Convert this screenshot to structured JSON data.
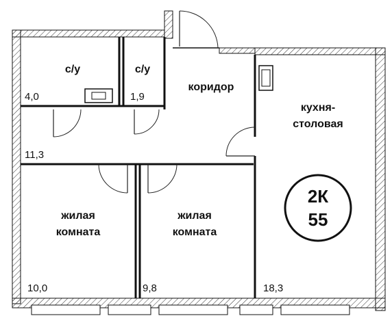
{
  "plan": {
    "rooms": [
      {
        "id": "bathroom-1",
        "label_lines": [
          "с/у"
        ],
        "area": "4,0"
      },
      {
        "id": "bathroom-2",
        "label_lines": [
          "с/у"
        ],
        "area": "1,9"
      },
      {
        "id": "corridor",
        "label_lines": [
          "коридор"
        ],
        "area": "11,3"
      },
      {
        "id": "kitchen",
        "label_lines": [
          "кухня-",
          "столовая"
        ],
        "area": "18,3"
      },
      {
        "id": "living-1",
        "label_lines": [
          "жилая",
          "комната"
        ],
        "area": "10,0"
      },
      {
        "id": "living-2",
        "label_lines": [
          "жилая",
          "комната"
        ],
        "area": "9,8"
      }
    ],
    "badge": {
      "line1": "2К",
      "line2": "55"
    }
  },
  "colors": {
    "wall": "#111111",
    "background": "#ffffff"
  }
}
